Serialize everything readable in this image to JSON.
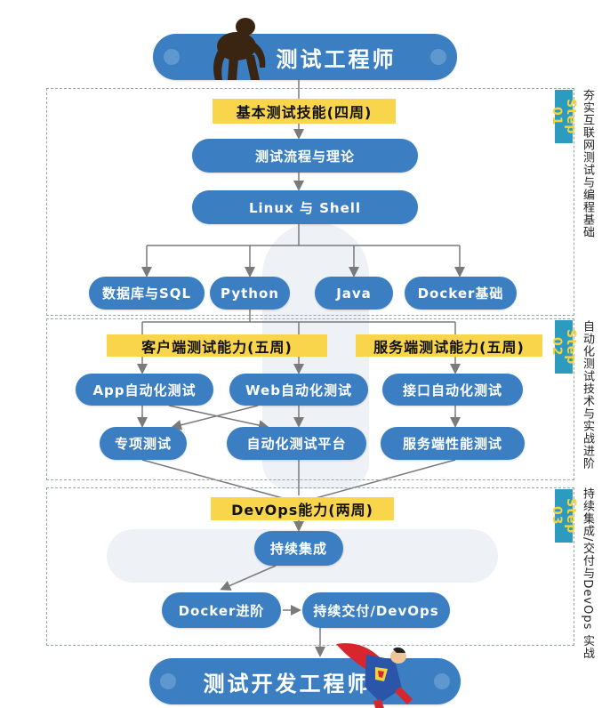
{
  "diagram": {
    "start": "测试工程师",
    "end": "测试开发工程师",
    "steps": [
      {
        "tab": "Step 01",
        "desc": "夯实互联网测试与编程基础"
      },
      {
        "tab": "Step 02",
        "desc": "自动化测试技术与实战进阶"
      },
      {
        "tab": "Step 03",
        "desc": "持续集成/交付与DevOps 实战"
      }
    ],
    "labels": {
      "basic": "基本测试技能(四周)",
      "client": "客户端测试能力(五周)",
      "server": "服务端测试能力(五周)",
      "devops": "DevOps能力(两周)"
    },
    "nodes": {
      "flow_theory": "测试流程与理论",
      "linux_shell": "Linux 与 Shell",
      "database_sql": "数据库与SQL",
      "python": "Python",
      "java": "Java",
      "docker_basics": "Docker基础",
      "app_automation": "App自动化测试",
      "web_automation": "Web自动化测试",
      "api_automation": "接口自动化测试",
      "special_testing": "专项测试",
      "automation_platform": "自动化测试平台",
      "server_performance": "服务端性能测试",
      "continuous_integration": "持续集成",
      "docker_advanced": "Docker进阶",
      "continuous_delivery": "持续交付/DevOps"
    },
    "icons": {
      "start": "ape-icon",
      "end": "superhero-icon"
    }
  }
}
